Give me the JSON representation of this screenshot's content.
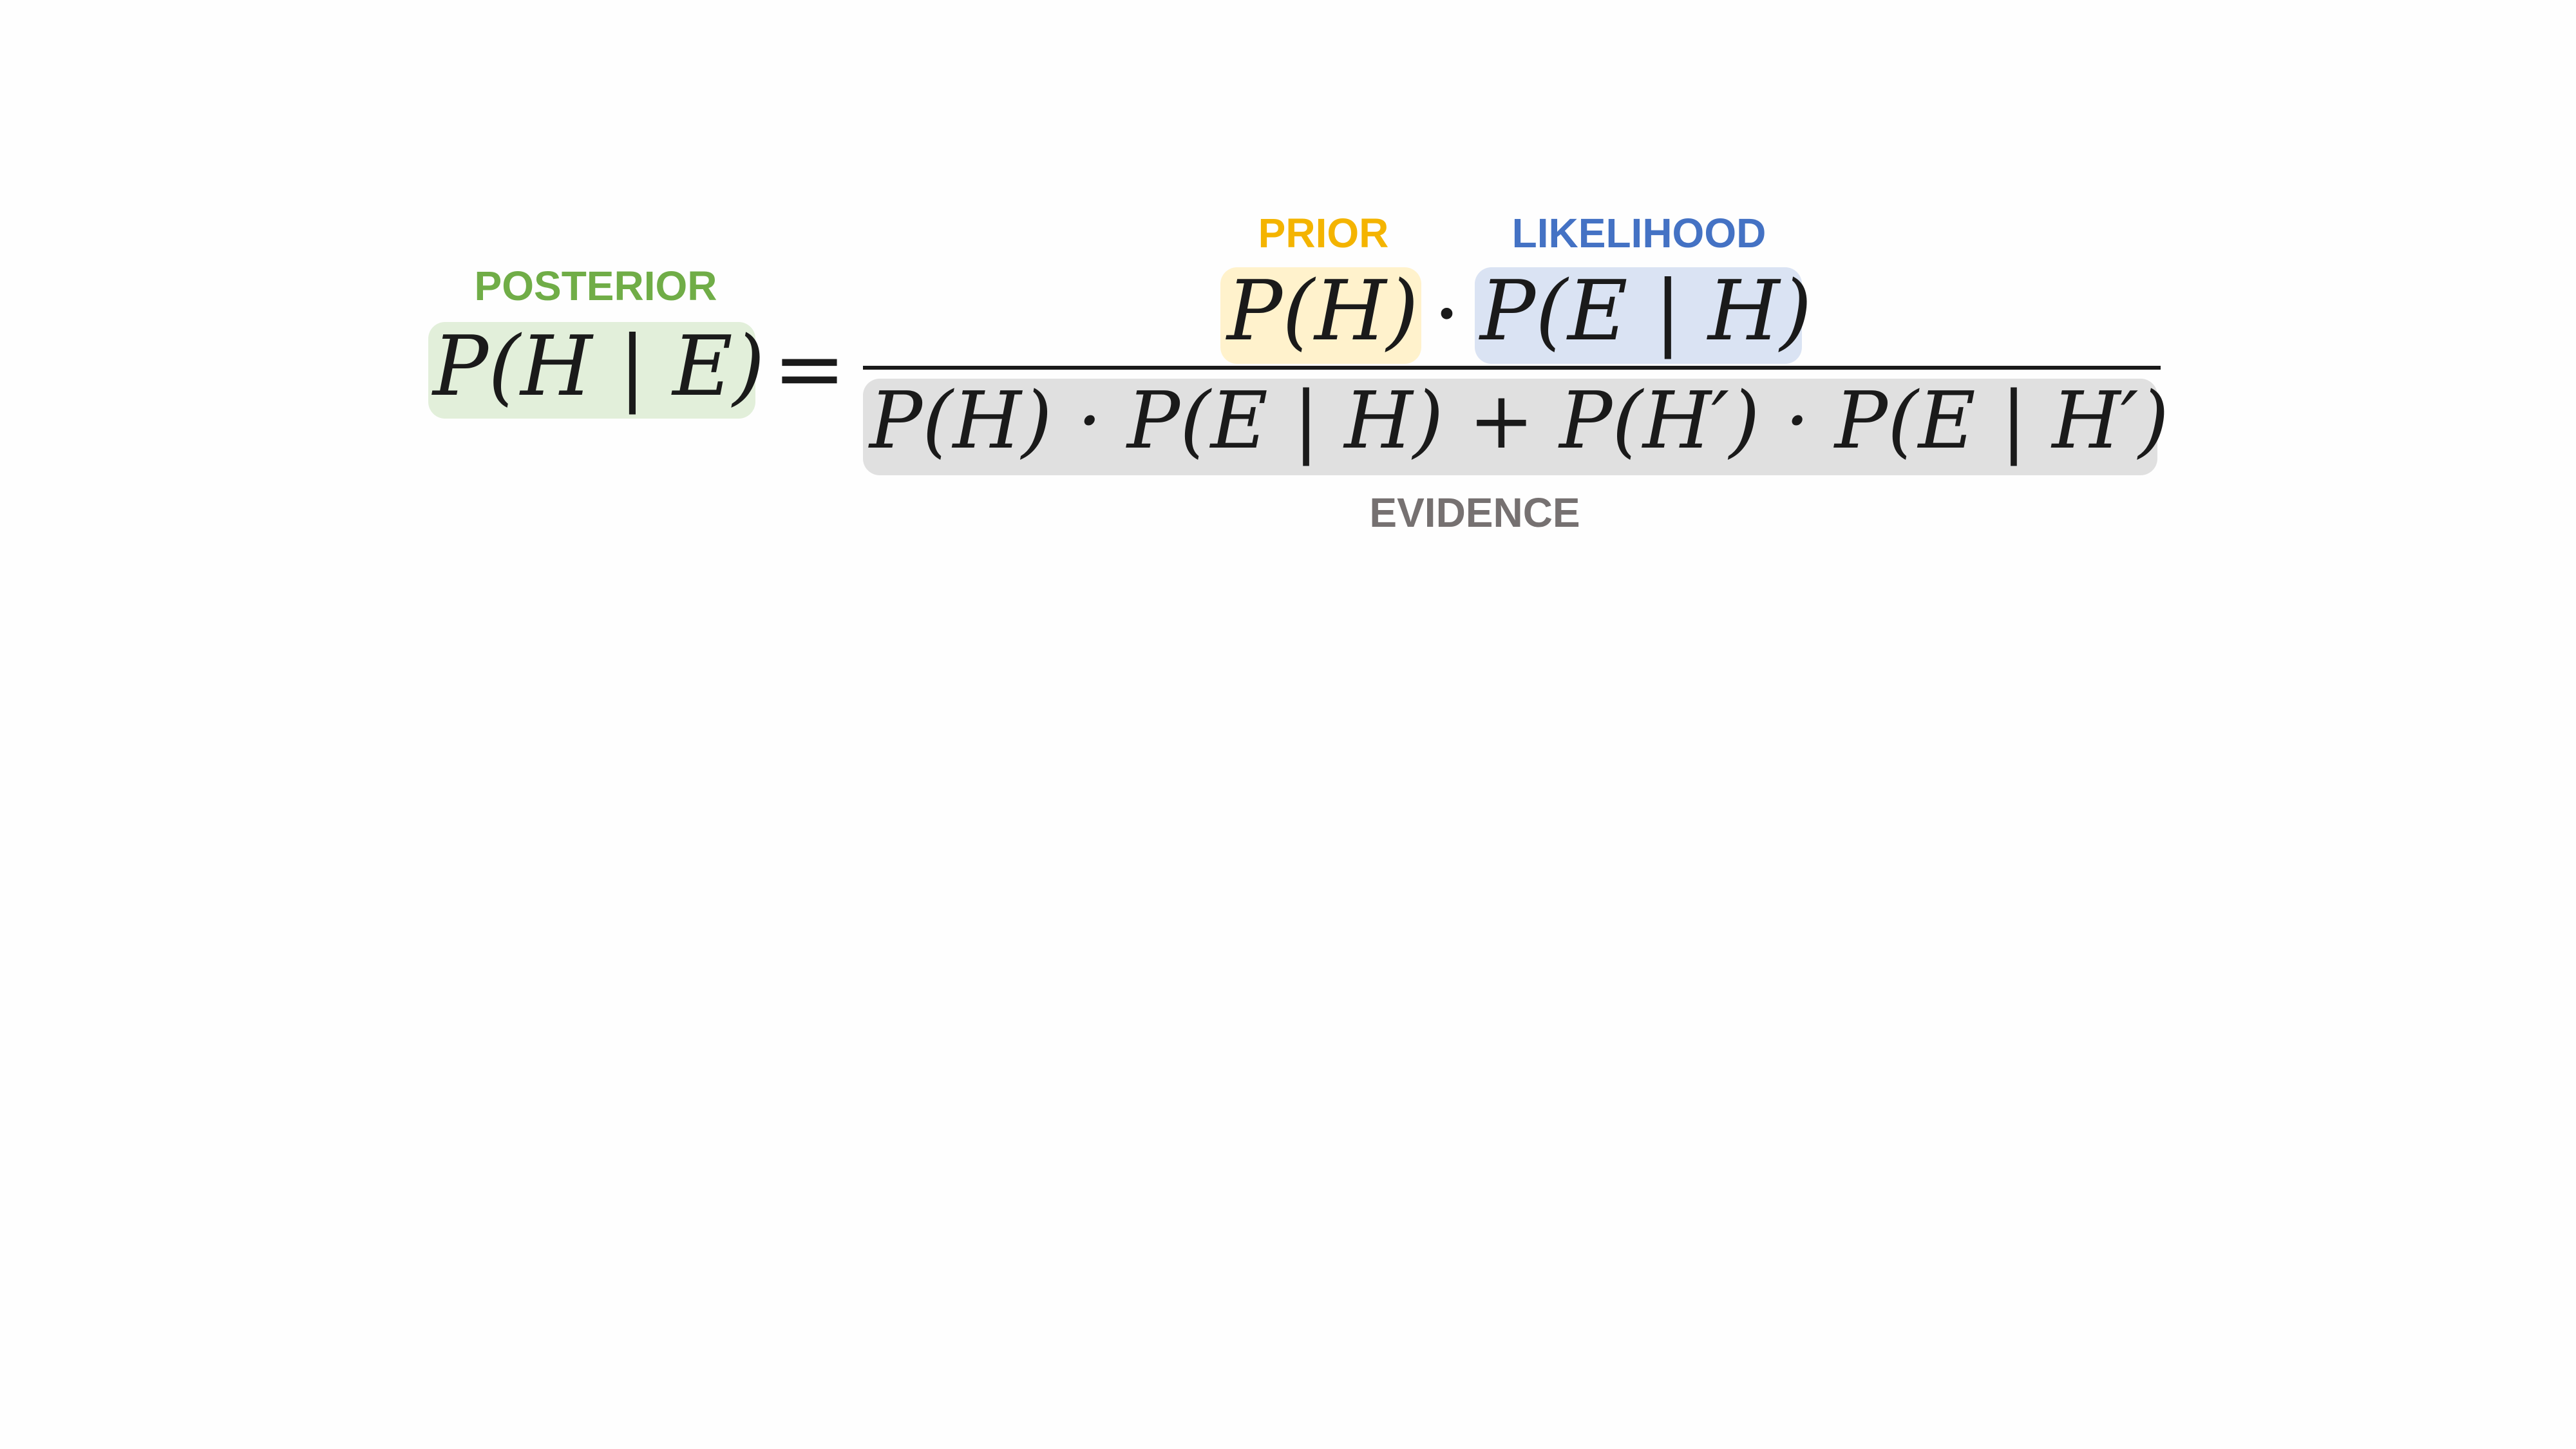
{
  "labels": {
    "posterior": "POSTERIOR",
    "prior": "PRIOR",
    "likelihood": "LIKELIHOOD",
    "evidence": "EVIDENCE"
  },
  "colors": {
    "posterior": "#70ad47",
    "posterior_bg": "#e2efda",
    "prior": "#f4b400",
    "prior_bg": "#fff2cc",
    "likelihood": "#4472c4",
    "likelihood_bg": "#dae3f3",
    "evidence": "#767171",
    "evidence_bg": "#e0e0e0"
  },
  "formula": {
    "posterior": "P(H | E)",
    "equals": "=",
    "prior": "P(H)",
    "dot": "·",
    "likelihood": "P(E | H)",
    "evidence": "P(H) · P(E | H) + P(H′) · P(E | H′)"
  }
}
